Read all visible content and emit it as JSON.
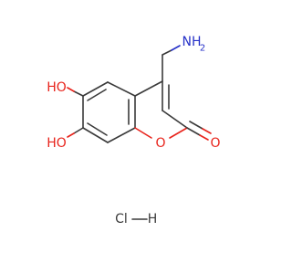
{
  "molecule": {
    "atoms": {
      "amine": "NH",
      "amine_h2": "2",
      "hydroxyl_6": "HO",
      "hydroxyl_7": "HO",
      "ring_oxygen": "O",
      "carbonyl_oxygen": "O"
    },
    "salt": {
      "cl": "Cl",
      "h": "H"
    },
    "colors": {
      "bond": "#3a3a3a",
      "oxygen": "#e8231b",
      "nitrogen": "#2631c8"
    }
  }
}
